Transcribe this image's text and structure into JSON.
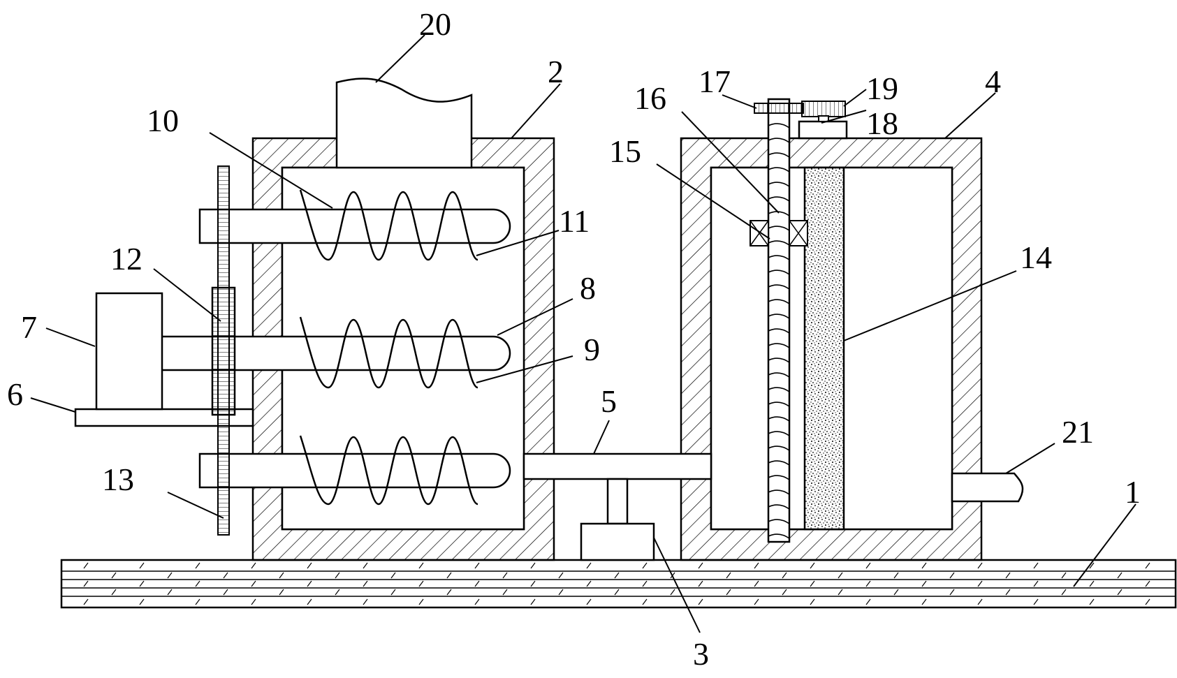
{
  "figure": {
    "labels": {
      "n1": "1",
      "n2": "2",
      "n3": "3",
      "n4": "4",
      "n5": "5",
      "n6": "6",
      "n7": "7",
      "n8": "8",
      "n9": "9",
      "n10": "10",
      "n11": "11",
      "n12": "12",
      "n13": "13",
      "n14": "14",
      "n15": "15",
      "n16": "16",
      "n17": "17",
      "n18": "18",
      "n19": "19",
      "n20": "20",
      "n21": "21"
    },
    "colors": {
      "line": "#000000",
      "background": "#ffffff"
    }
  }
}
